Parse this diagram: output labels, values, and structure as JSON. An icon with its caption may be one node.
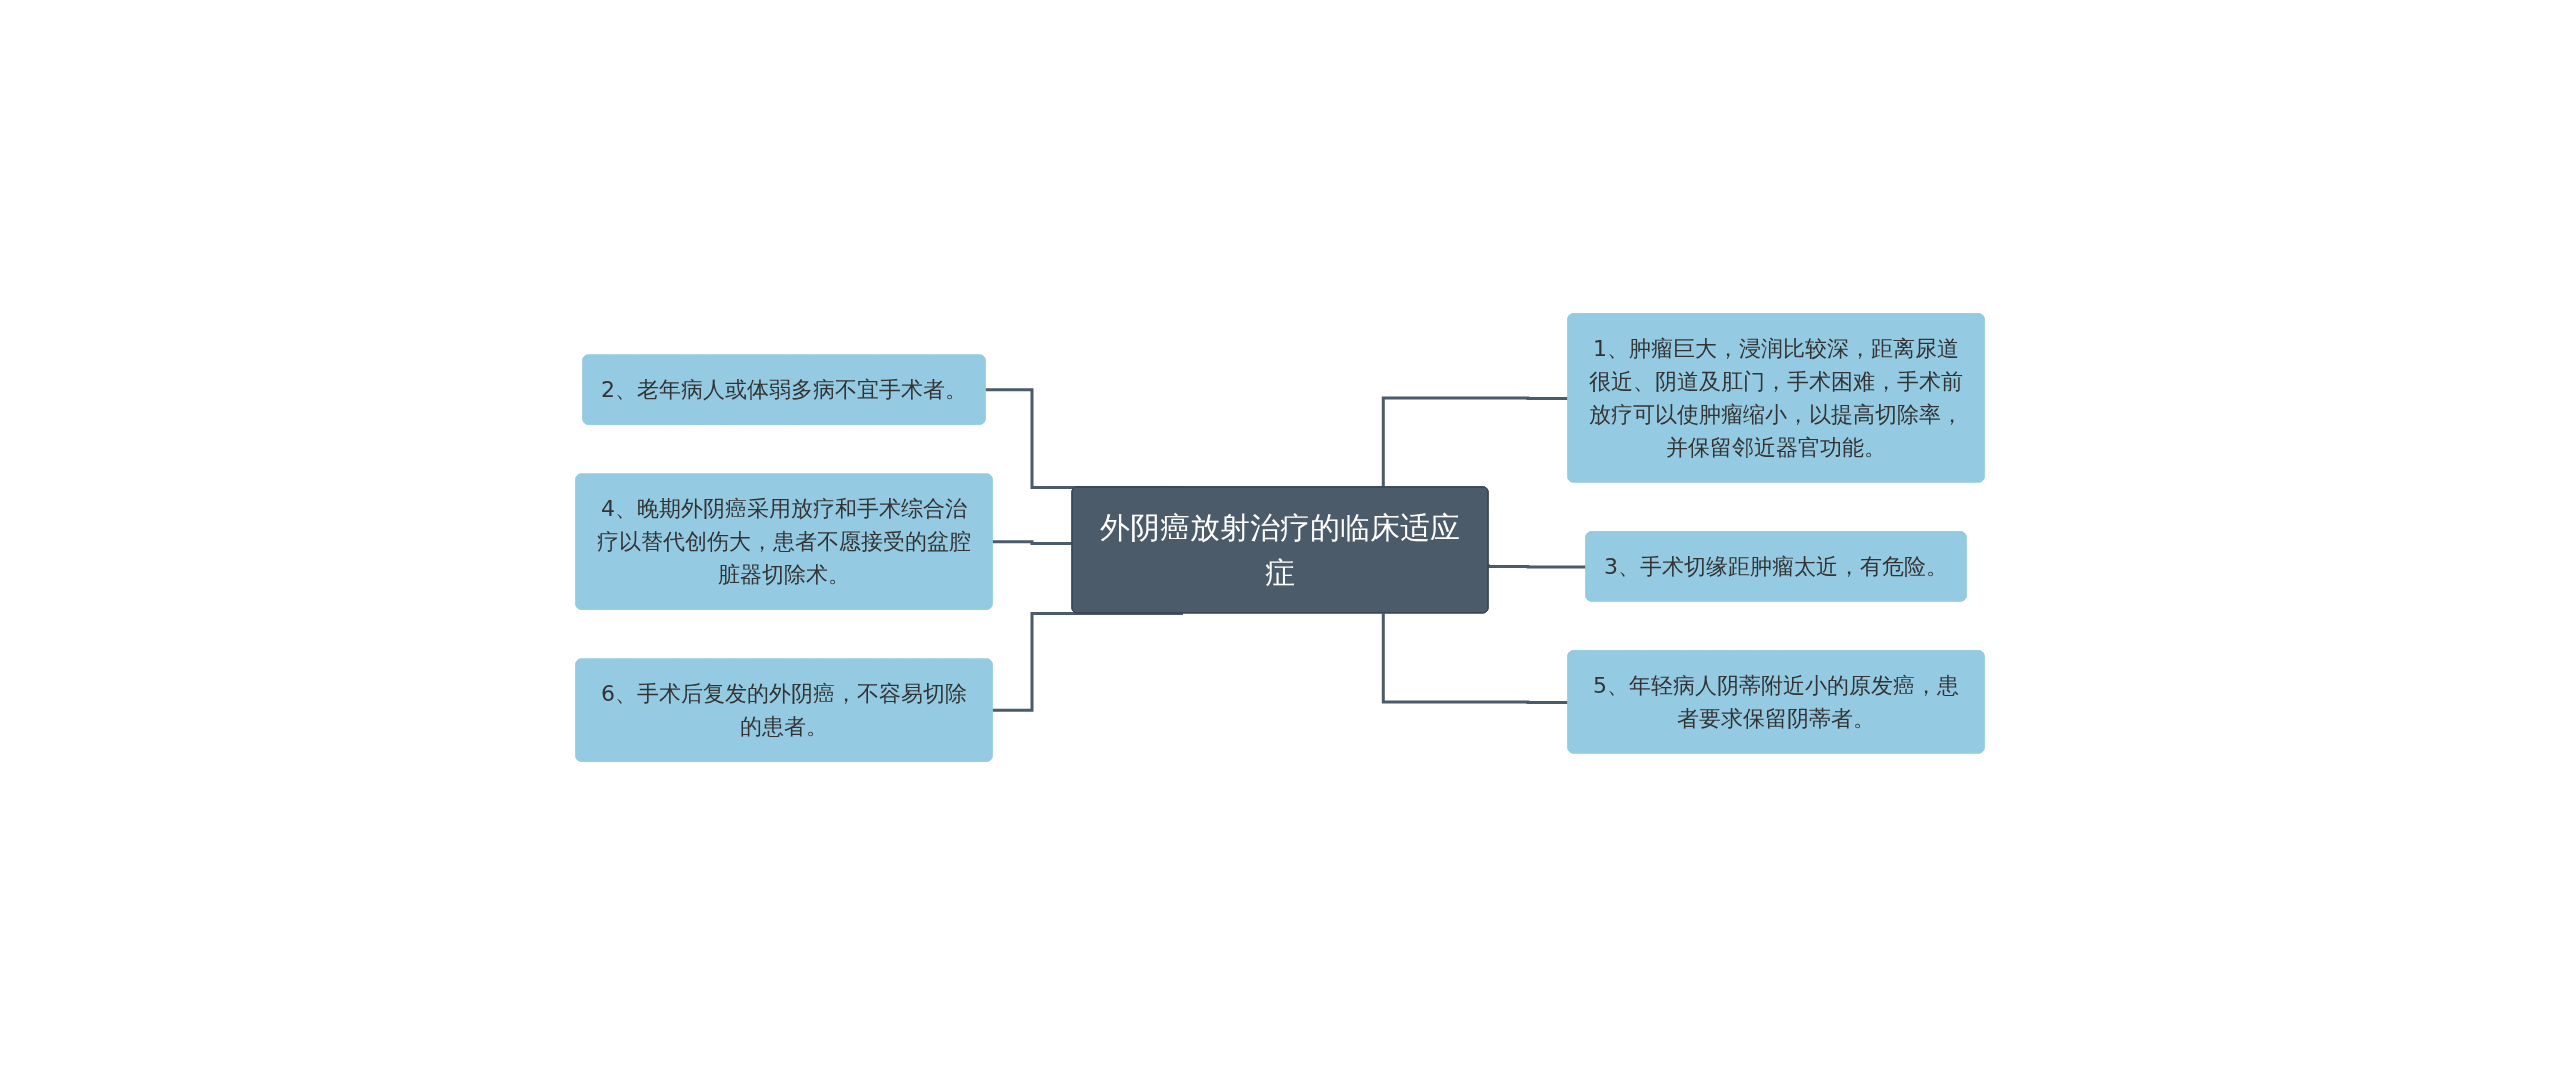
{
  "diagram": {
    "nodes": [
      {
        "text": [
          "外阴癌放射治疗的临床适应症"
        ]
      },
      {
        "text": [
          "1、肿瘤巨大，浸润比较深，距离尿道很近、阴道及肛门，手术困难，手术前放疗可以使肿瘤缩小，以提高切除率，并保留邻近器官功能。"
        ]
      },
      {
        "text": [
          "3、手术切缘距肿瘤太近，有危险。"
        ]
      },
      {
        "text": [
          "5、年轻病人阴蒂附近小的原发癌，患者要求保留阴蒂者。"
        ]
      },
      {
        "text": [
          "2、老年病人或体弱多病不宜手术者。"
        ]
      },
      {
        "text": [
          "4、晚期外阴癌采用放疗和手术综合治疗以替代创伤大，患者不愿接受的盆腔脏器切除术。"
        ]
      },
      {
        "text": [
          "6、手术后复发的外阴癌，不容易切除的患者。"
        ]
      }
    ],
    "edges": [
      {
        "from": 0,
        "to": 1,
        "arrow": "none"
      },
      {
        "from": 0,
        "to": 2,
        "arrow": "none"
      },
      {
        "from": 0,
        "to": 3,
        "arrow": "none"
      },
      {
        "from": 0,
        "to": 4,
        "arrow": "none"
      },
      {
        "from": 0,
        "to": 5,
        "arrow": "none"
      },
      {
        "from": 0,
        "to": 6,
        "arrow": "none"
      }
    ]
  }
}
